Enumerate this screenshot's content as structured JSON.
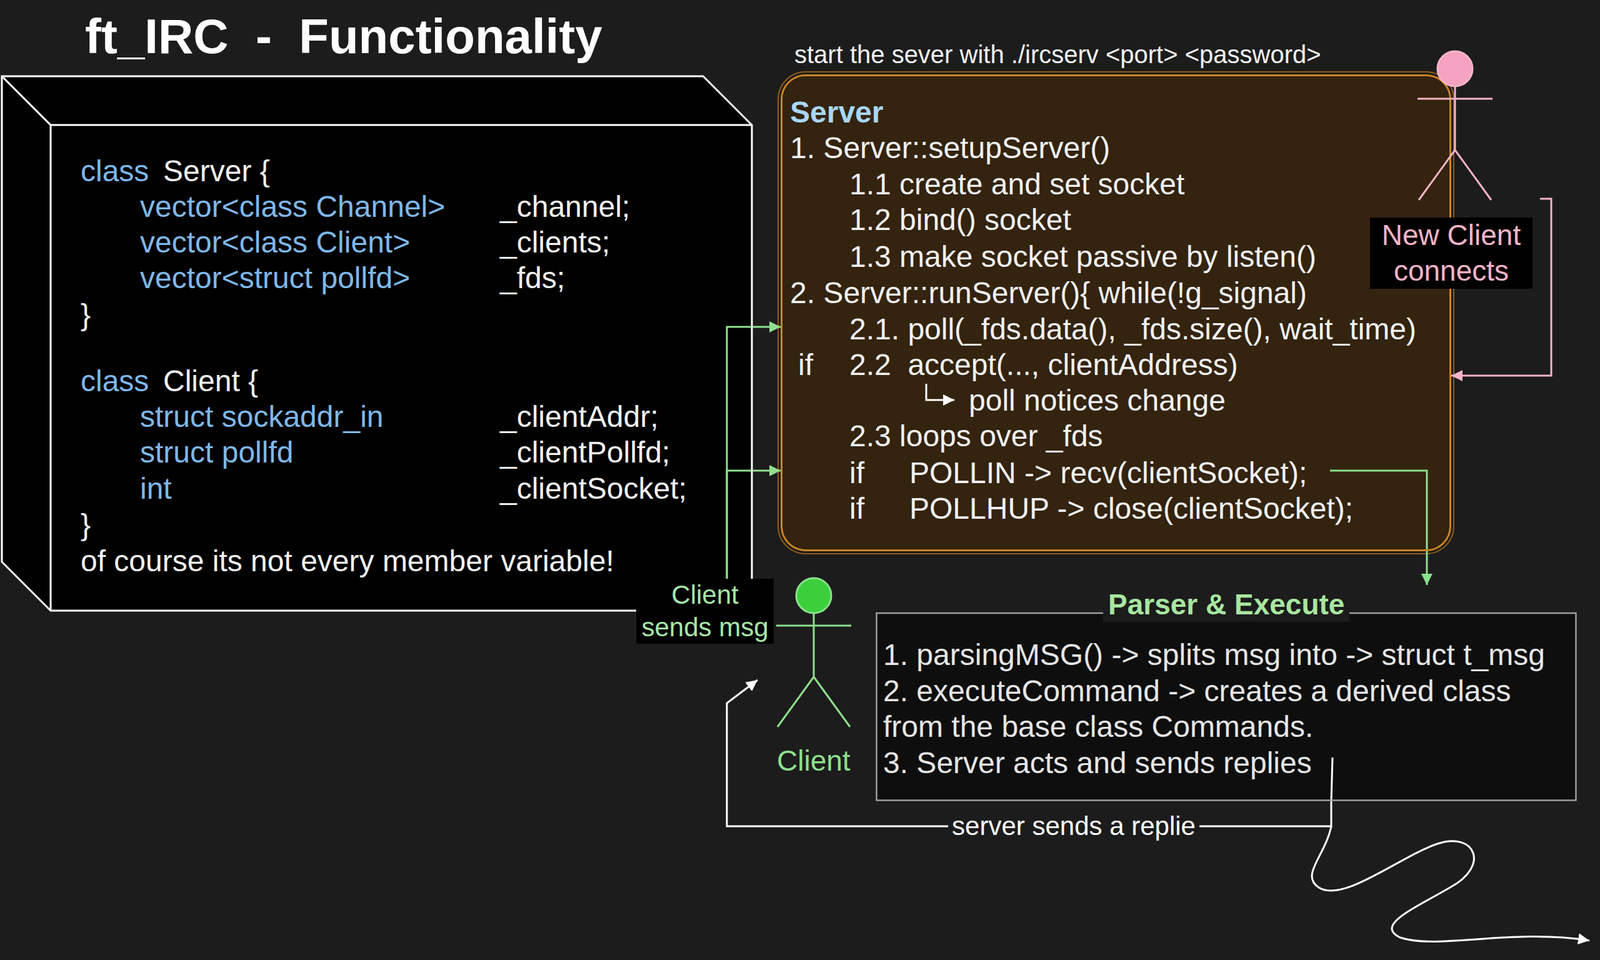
{
  "diagram": {
    "title": "ft_IRC  -  Functionality",
    "nodes": [
      {
        "text": [
          "class",
          "Server {",
          "vector<class Channel>",
          "_channel;",
          "vector<class Client>",
          "_clients;",
          "vector<struct pollfd>",
          "_fds;",
          "}",
          "class",
          "Client {",
          "struct sockaddr_in",
          "_clientAddr;",
          "struct pollfd",
          "_clientPollfd;",
          "int",
          "_clientSocket;",
          "}",
          "of course its not every member variable!"
        ]
      },
      {
        "text": [
          "Server",
          "1. Server::setupServer()",
          "1.1 create and set socket",
          "1.2 bind() socket",
          "1.3 make socket passive by listen()",
          "2. Server::runServer(){ while(!g_signal)",
          "2.1. poll(_fds.data(), _fds.size(), wait_time)",
          "if",
          "2.2  accept(..., clientAddress)",
          "poll notices change",
          "2.3 loops over _fds",
          "if",
          "POLLIN -> recv(clientSocket);",
          "if",
          "POLLHUP -> close(clientSocket);"
        ]
      },
      {
        "text": [
          "New Client connects"
        ]
      },
      {
        "text": [
          "Client"
        ]
      },
      {
        "text": [
          "Parser & Execute",
          "1. parsingMSG() -> splits msg into -> struct t_msg",
          "2. executeCommand -> creates a derived class from the base class Commands.",
          "3. Server acts and sends replies"
        ]
      }
    ],
    "edges": [
      {
        "from": 3,
        "to": 1,
        "arrow": "to",
        "label": "Client sends msg"
      },
      {
        "from": 3,
        "to": 1,
        "arrow": "to"
      },
      {
        "from": 2,
        "to": 1,
        "arrow": "to"
      },
      {
        "from": 1,
        "to": 4,
        "arrow": "to"
      },
      {
        "from": 4,
        "to": 3,
        "arrow": "to",
        "label": "server sends a replie"
      }
    ],
    "labels": [
      "start the sever with ./ircserv <port> <password>"
    ]
  }
}
